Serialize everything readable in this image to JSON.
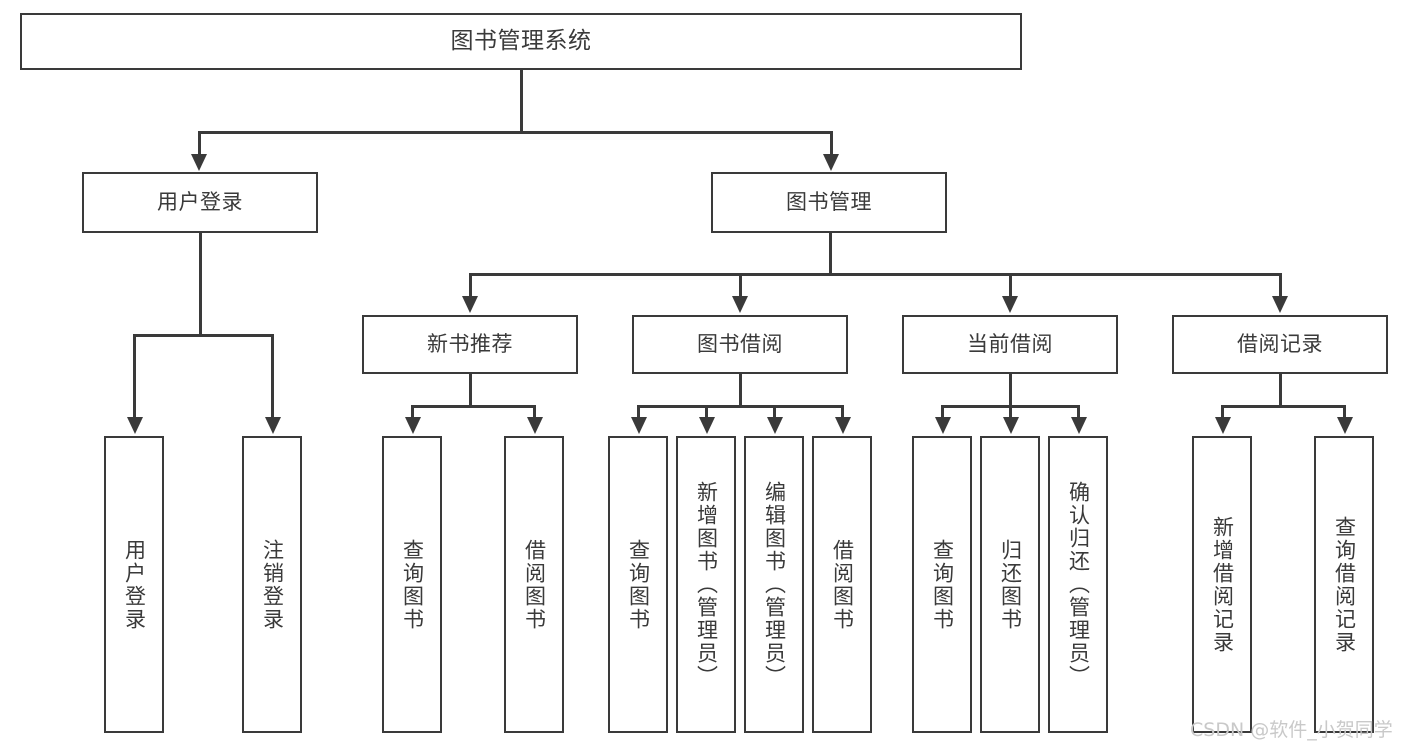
{
  "diagram": {
    "title": "图书管理系统",
    "type": "hierarchy-tree",
    "root": {
      "name": "root",
      "label": "图书管理系统"
    },
    "level2": [
      {
        "name": "user-login",
        "label": "用户登录"
      },
      {
        "name": "book-management",
        "label": "图书管理"
      }
    ],
    "level3": [
      {
        "name": "new-book-recommend",
        "label": "新书推荐"
      },
      {
        "name": "book-borrow",
        "label": "图书借阅"
      },
      {
        "name": "current-borrow",
        "label": "当前借阅"
      },
      {
        "name": "borrow-record",
        "label": "借阅记录"
      }
    ],
    "leaves": {
      "user_login": [
        {
          "name": "leaf-user-login",
          "label": "用户登录"
        },
        {
          "name": "leaf-logout-login",
          "label": "注销登录"
        }
      ],
      "new_book_recommend": [
        {
          "name": "leaf-query-book-1",
          "label": "查询图书"
        },
        {
          "name": "leaf-borrow-book-1",
          "label": "借阅图书"
        }
      ],
      "book_borrow": [
        {
          "name": "leaf-query-book-2",
          "label": "查询图书"
        },
        {
          "name": "leaf-add-book",
          "label": "新增图书（管理员）"
        },
        {
          "name": "leaf-edit-book",
          "label": "编辑图书（管理员）"
        },
        {
          "name": "leaf-borrow-book-2",
          "label": "借阅图书"
        }
      ],
      "current_borrow": [
        {
          "name": "leaf-query-book-3",
          "label": "查询图书"
        },
        {
          "name": "leaf-return-book",
          "label": "归还图书"
        },
        {
          "name": "leaf-confirm-return",
          "label": "确认归还（管理员）"
        }
      ],
      "borrow_record": [
        {
          "name": "leaf-add-borrow-record",
          "label": "新增借阅记录"
        },
        {
          "name": "leaf-query-borrow-record",
          "label": "查询借阅记录"
        }
      ]
    }
  },
  "watermark": {
    "text": "CSDN @软件_小贺同学"
  },
  "colors": {
    "stroke": "#3a3a3a",
    "background": "#ffffff",
    "watermark": "#c9c9c9"
  }
}
